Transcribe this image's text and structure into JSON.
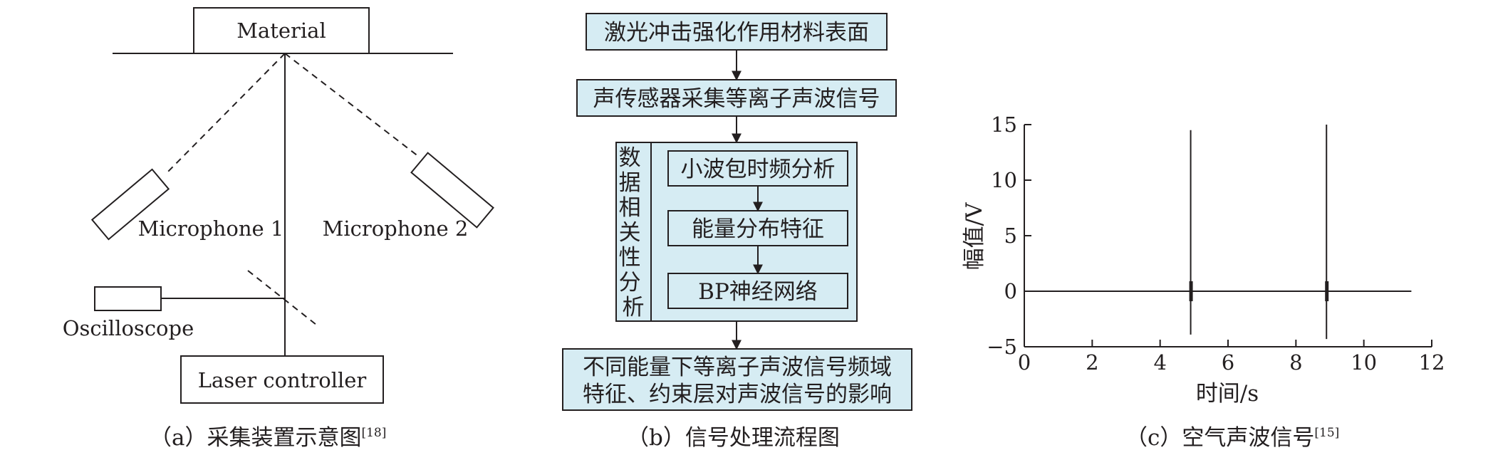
{
  "panel_a": {
    "material": "Material",
    "microphone1": "Microphone 1",
    "microphone2": "Microphone 2",
    "oscilloscope": "Oscilloscope",
    "laser_controller": "Laser controller",
    "caption": "（a）采集装置示意图",
    "caption_ref": "[18]"
  },
  "panel_b": {
    "step1": "激光冲击强化作用材料表面",
    "step2": "声传感器采集等离子声波信号",
    "side_label": [
      "数",
      "据",
      "相",
      "关",
      "性",
      "分",
      "析"
    ],
    "sub1": "小波包时频分析",
    "sub2": "能量分布特征",
    "sub3": "BP神经网络",
    "final_line1": "不同能量下等离子声波信号频域",
    "final_line2": "特征、约束层对声波信号的影响",
    "caption": "（b）信号处理流程图"
  },
  "panel_c": {
    "ylabel": "幅值/V",
    "xlabel": "时间/s",
    "caption": "（c）空气声波信号",
    "caption_ref": "[15]",
    "x_ticks": [
      "0",
      "2",
      "4",
      "6",
      "8",
      "10",
      "12"
    ],
    "y_ticks": [
      "−5",
      "0",
      "5",
      "10",
      "15"
    ]
  },
  "chart_data": {
    "type": "line",
    "title": "",
    "xlabel": "时间/s",
    "ylabel": "幅值/V",
    "xlim": [
      0,
      12
    ],
    "ylim": [
      -5,
      15
    ],
    "x_ticks": [
      0,
      2,
      4,
      6,
      8,
      10,
      12
    ],
    "y_ticks": [
      -5,
      0,
      5,
      10,
      15
    ],
    "grid": false,
    "series": [
      {
        "color": "#231f20",
        "baseline": 0,
        "x_end": 11.4,
        "spikes": [
          {
            "x": 4.9,
            "max": 14.5,
            "min": -3.9
          },
          {
            "x": 8.9,
            "max": 15.0,
            "min": -4.3
          }
        ]
      }
    ]
  }
}
